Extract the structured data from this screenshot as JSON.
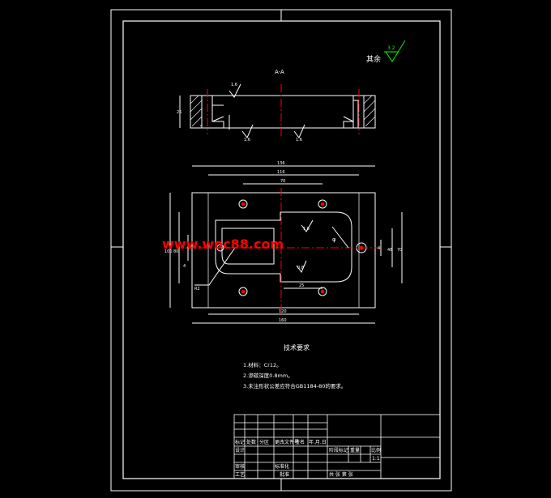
{
  "sheet": {
    "roughness_label": "其余",
    "roughness_value": "3.2",
    "section_title": "A-A"
  },
  "watermark": "www.woc88.com",
  "section_view": {
    "surface_marks": [
      "1.6",
      "1.6",
      "1.6"
    ],
    "height_dim": "25"
  },
  "plan_view": {
    "top_dims": [
      "136",
      "116",
      "70"
    ],
    "bottom_dims": [
      "120",
      "160"
    ],
    "left_dims": [
      "100",
      "80",
      "4"
    ],
    "right_dims": [
      "48",
      "70",
      "4"
    ],
    "mid_dims": [
      "25",
      "0.8",
      "1.6"
    ],
    "radius_label": "R2",
    "phi_label": "φ"
  },
  "tech": {
    "heading": "技术要求",
    "items": [
      "1.材料：Cr12。",
      "2.渗碳深度0.8mm。",
      "3.未注形状公差应符合GB1184-80的要求。"
    ]
  },
  "title_block": {
    "header_cells": [
      "标记",
      "处数",
      "分区",
      "更改文件号",
      "签名",
      "年.月.日"
    ],
    "row_labels": [
      "设计",
      "审核",
      "工艺"
    ],
    "stage_cells": [
      "阶段标记",
      "重量",
      "比例"
    ],
    "scale": "1:1",
    "standard_label": "标准化",
    "approve_label": "批准",
    "sheet_label": "共  张  第  张"
  }
}
